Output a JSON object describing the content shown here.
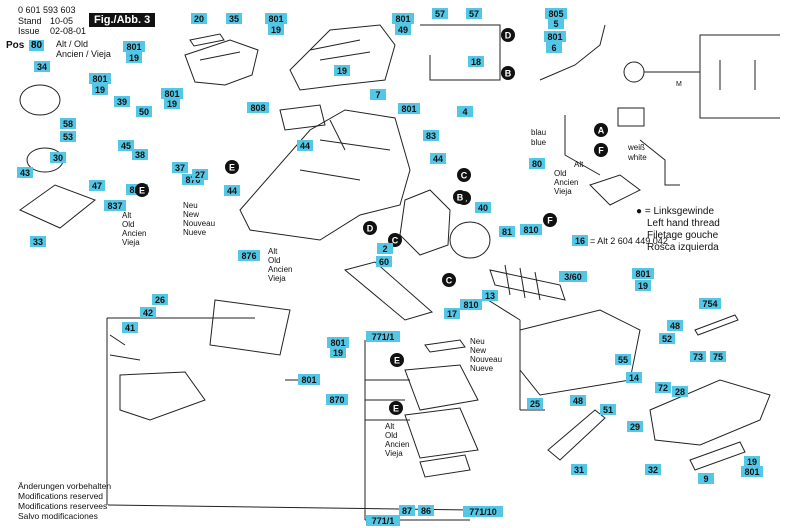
{
  "header": {
    "part_number": "0 601 593 603",
    "stand_label": "Stand",
    "stand_value": "10-05",
    "issue_label": "Issue",
    "issue_value": "02-08-01",
    "figure_label": "Fig./Abb. 3",
    "pos_label": "Pos",
    "pos_value": "80",
    "pos_note": "Alt / Old",
    "pos_note2": "Ancien / Vieja"
  },
  "parts": [
    {
      "id": "20"
    },
    {
      "id": "35"
    },
    {
      "id": "801"
    },
    {
      "id": "19"
    },
    {
      "id": "801"
    },
    {
      "id": "49"
    },
    {
      "id": "57"
    },
    {
      "id": "57"
    },
    {
      "id": "D"
    },
    {
      "id": "805"
    },
    {
      "id": "5"
    },
    {
      "id": "801"
    },
    {
      "id": "6"
    },
    {
      "id": "34"
    },
    {
      "id": "801"
    },
    {
      "id": "19"
    },
    {
      "id": "18"
    },
    {
      "id": "B"
    },
    {
      "id": "19"
    },
    {
      "id": "7"
    },
    {
      "id": "801"
    },
    {
      "id": "19"
    },
    {
      "id": "39"
    },
    {
      "id": "50"
    },
    {
      "id": "801"
    },
    {
      "id": "19"
    },
    {
      "id": "808"
    },
    {
      "id": "801"
    },
    {
      "id": "4"
    },
    {
      "id": "58"
    },
    {
      "id": "53"
    },
    {
      "id": "83"
    },
    {
      "id": "A"
    },
    {
      "id": "45"
    },
    {
      "id": "38"
    },
    {
      "id": "44"
    },
    {
      "id": "F"
    },
    {
      "id": "30"
    },
    {
      "id": "37"
    },
    {
      "id": "E"
    },
    {
      "id": "44"
    },
    {
      "id": "80"
    },
    {
      "id": "C"
    },
    {
      "id": "43"
    },
    {
      "id": "47"
    },
    {
      "id": "870"
    },
    {
      "id": "27"
    },
    {
      "id": "44"
    },
    {
      "id": "827"
    },
    {
      "id": "E"
    },
    {
      "id": "A"
    },
    {
      "id": "837"
    },
    {
      "id": "B"
    },
    {
      "id": "F"
    },
    {
      "id": "D"
    },
    {
      "id": "40"
    },
    {
      "id": "33"
    },
    {
      "id": "C"
    },
    {
      "id": "81"
    },
    {
      "id": "810"
    },
    {
      "id": "16"
    },
    {
      "id": "876"
    },
    {
      "id": "2"
    },
    {
      "id": "60"
    },
    {
      "id": "3/60"
    },
    {
      "id": "801"
    },
    {
      "id": "19"
    },
    {
      "id": "C"
    },
    {
      "id": "26"
    },
    {
      "id": "810"
    },
    {
      "id": "13"
    },
    {
      "id": "42"
    },
    {
      "id": "17"
    },
    {
      "id": "754"
    },
    {
      "id": "41"
    },
    {
      "id": "48"
    },
    {
      "id": "771/1"
    },
    {
      "id": "52"
    },
    {
      "id": "801"
    },
    {
      "id": "19"
    },
    {
      "id": "E"
    },
    {
      "id": "73"
    },
    {
      "id": "75"
    },
    {
      "id": "55"
    },
    {
      "id": "14"
    },
    {
      "id": "28"
    },
    {
      "id": "801"
    },
    {
      "id": "72"
    },
    {
      "id": "870"
    },
    {
      "id": "48"
    },
    {
      "id": "51"
    },
    {
      "id": "25"
    },
    {
      "id": "E"
    },
    {
      "id": "29"
    },
    {
      "id": "32"
    },
    {
      "id": "19"
    },
    {
      "id": "801"
    },
    {
      "id": "31"
    },
    {
      "id": "9"
    },
    {
      "id": "87"
    },
    {
      "id": "86"
    },
    {
      "id": "771/10"
    },
    {
      "id": "771/1"
    }
  ],
  "variants": {
    "alt_876": [
      "Alt",
      "Old",
      "Ancien",
      "Vieja"
    ],
    "new_870": [
      "Neu",
      "New",
      "Nouveau",
      "Nueve"
    ],
    "old_837": [
      "Alt",
      "Old",
      "Ancien",
      "Vieja"
    ],
    "neu_771": [
      "Neu",
      "New",
      "Nouveau",
      "Nueve"
    ],
    "alt_771": [
      "Alt",
      "Old",
      "Ancien",
      "Vieja"
    ],
    "alt_80": [
      "Alt",
      "Old",
      "Ancien",
      "Vieja"
    ]
  },
  "wire_labels": {
    "blau": "blau",
    "blue": "blue",
    "weiss": "weiß",
    "white": "white",
    "M": "M",
    "alt16": "= Alt 2 604 449 042"
  },
  "legend": {
    "symbol": "●",
    "lines": [
      "= Linksgewinde",
      "Left hand thread",
      "Filetage gouche",
      "Rosca izquierda"
    ]
  },
  "footer": {
    "lines": [
      "Änderungen vorbehalten",
      "Modifications reserved",
      "Modifications reservees",
      "Salvo modificaciones"
    ]
  },
  "colors": {
    "label_bg": "#55c7e6",
    "circle_bg": "#111111",
    "line": "#222222"
  }
}
